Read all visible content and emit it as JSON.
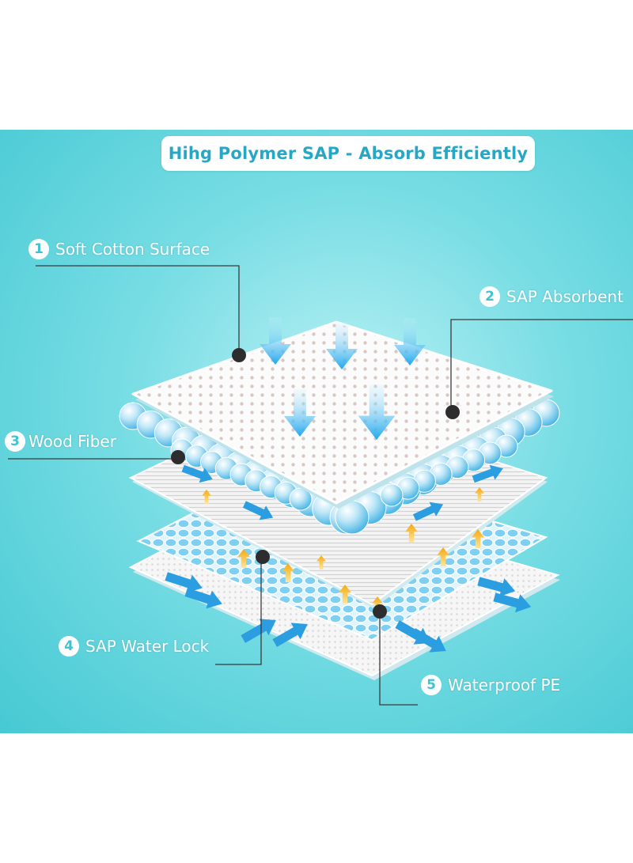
{
  "title": "Hihg Polymer SAP - Absorb Efficiently",
  "layers": [
    {
      "number": "1",
      "label": "Soft Cotton Surface"
    },
    {
      "number": "2",
      "label": "SAP Absorbent"
    },
    {
      "number": "3",
      "label": "Wood Fiber"
    },
    {
      "number": "4",
      "label": "SAP Water Lock"
    },
    {
      "number": "5",
      "label": "Waterproof PE"
    }
  ],
  "colors": {
    "background": "#5fd4dc",
    "title_text": "#27a7c6",
    "label_text": "#ffffff",
    "leader_line": "#333333",
    "arrow_blue": "#2aaee8",
    "arrow_orange": "#f6b21a",
    "bead_blue": "#8fd6f2"
  },
  "icons": [
    "down-arrow-icon",
    "up-arrow-icon",
    "leader-dot-icon"
  ]
}
